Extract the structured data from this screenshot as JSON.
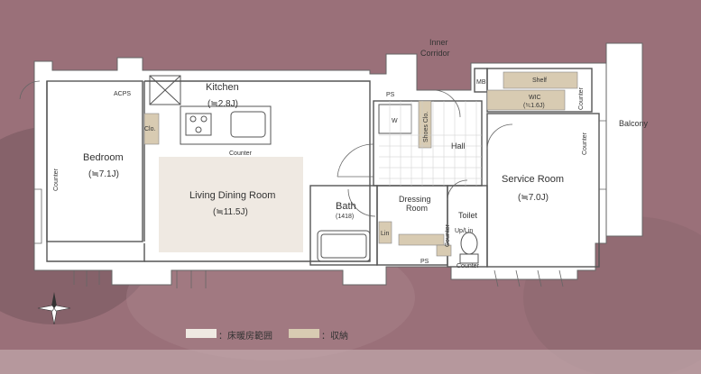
{
  "colors": {
    "background": "#9a7079",
    "wall": "#ffffff",
    "floor": "#ffffff",
    "heating": "#efe9e2",
    "storage": "#d8cbb2",
    "line": "#555555"
  },
  "rooms": {
    "kitchen": {
      "name": "Kitchen",
      "area": "(≒2.8J)"
    },
    "bedroom": {
      "name": "Bedroom",
      "area": "(≒7.1J)"
    },
    "ldr": {
      "name": "Living Dining Room",
      "area": "(≒11.5J)"
    },
    "bath": {
      "name": "Bath",
      "size": "(1418)"
    },
    "dressing": {
      "name": "Dressing",
      "name2": "Room"
    },
    "toilet": {
      "name": "Toilet"
    },
    "service": {
      "name": "Service Room",
      "area": "(≒7.0J)"
    },
    "hall": {
      "name": "Hall"
    },
    "balcony": {
      "name": "Balcony"
    },
    "corridor": {
      "name": "Inner",
      "name2": "Corridor"
    },
    "wic": {
      "name": "WIC",
      "area": "(≒1.6J)"
    }
  },
  "labels": {
    "acps": "ACPS",
    "clo": "Clo.",
    "shoes_clo": "Shoes Clo.",
    "mb": "MB",
    "shelf": "Shelf",
    "ps1": "PS",
    "ps2": "PS",
    "w": "W",
    "lin": "Lin",
    "up_lin": "Up/Lin",
    "counter_kitchen": "Counter",
    "counter_bedroom": "Counter",
    "counter_wic": "Counter",
    "counter_service": "Counter",
    "counter_dressing": "Counter",
    "counter_toilet": "Counter"
  },
  "legend": {
    "heating_label": "：床暖房範囲",
    "storage_label": "：収納"
  }
}
